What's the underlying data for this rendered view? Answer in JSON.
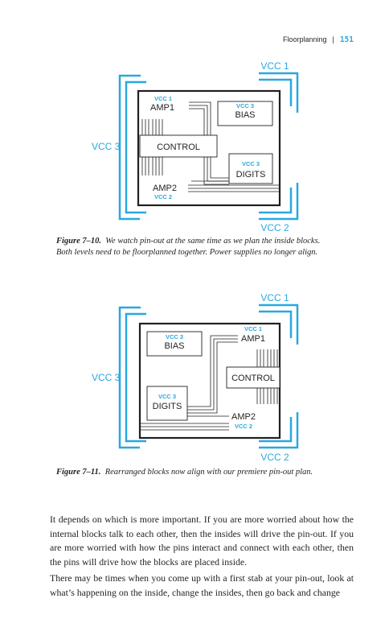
{
  "header": {
    "section": "Floorplanning",
    "separator": "|",
    "page_number": "151"
  },
  "figure1": {
    "labels": {
      "vcc_top": "VCC 1",
      "vcc_left": "VCC 3",
      "vcc_bottom": "VCC 2"
    },
    "blocks": {
      "amp1": {
        "name": "AMP1",
        "supply": "VCC 1"
      },
      "bias": {
        "name": "BIAS",
        "supply": "VCC 3"
      },
      "control": {
        "name": "CONTROL"
      },
      "digits": {
        "name": "DIGITS",
        "supply": "VCC 3"
      },
      "amp2": {
        "name": "AMP2",
        "supply": "VCC 2"
      }
    },
    "caption_label": "Figure 7–10.",
    "caption_text": "We watch pin-out at the same time as we plan the inside blocks. Both levels need to be floorplanned together. Power supplies no longer align."
  },
  "figure2": {
    "labels": {
      "vcc_top": "VCC 1",
      "vcc_left": "VCC 3",
      "vcc_bottom": "VCC 2"
    },
    "blocks": {
      "bias": {
        "name": "BIAS",
        "supply": "VCC 3"
      },
      "amp1": {
        "name": "AMP1",
        "supply": "VCC 1"
      },
      "control": {
        "name": "CONTROL"
      },
      "digits": {
        "name": "DIGITS",
        "supply": "VCC 3"
      },
      "amp2": {
        "name": "AMP2",
        "supply": "VCC 2"
      }
    },
    "caption_label": "Figure 7–11.",
    "caption_text": "Rearranged blocks now align with our premiere pin-out plan."
  },
  "body": {
    "paragraph1": "It depends on which is more important. If you are more worried about how the internal blocks talk to each other, then the insides will drive the pin-out. If you are more worried with how the pins interact and connect with each other, then the pins will drive how the blocks are placed inside.",
    "paragraph2": "There may be times when you come up with a first stab at your pin-out, look at what’s happening on the inside, change the insides, then go back and change"
  },
  "colors": {
    "accent": "#29a8e0",
    "ink": "#231f20"
  }
}
